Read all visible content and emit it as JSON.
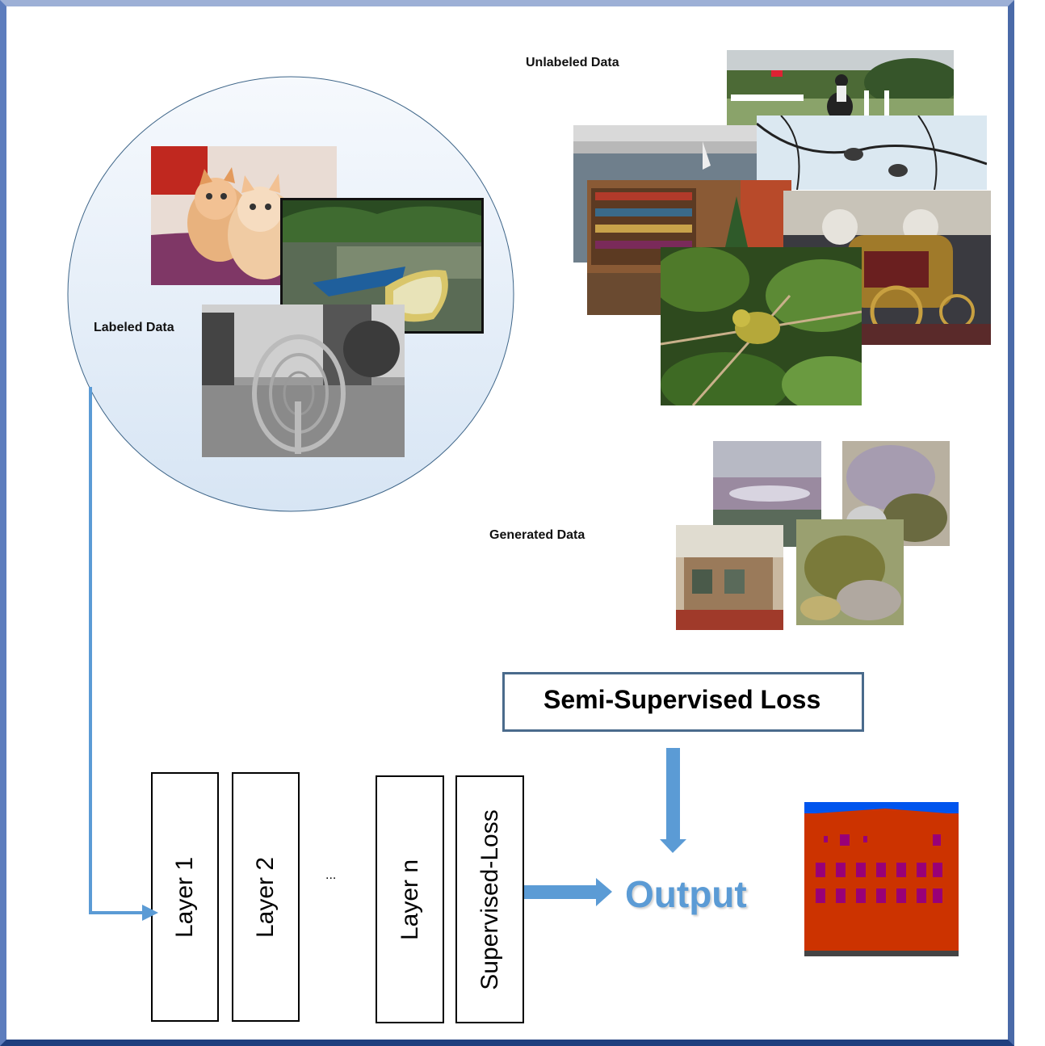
{
  "labels": {
    "labeled": "Labeled Data",
    "unlabeled": "Unlabeled Data",
    "generated": "Generated Data"
  },
  "layers": [
    "Layer 1",
    "Layer 2",
    "...",
    "Layer n",
    "Supervised-Loss"
  ],
  "semi_loss": "Semi-Supervised Loss",
  "output": "Output",
  "colors": {
    "arrow": "#5b9bd5",
    "output_text": "#5b9bd5",
    "loss_border": "#4a6b8c",
    "segmentation_facade": "#cc3300",
    "segmentation_sky": "#0055ee",
    "segmentation_window": "#990077"
  },
  "images": {
    "labeled": [
      "kittens-photo",
      "boats-lake-photo",
      "street-bw-photo"
    ],
    "unlabeled": [
      "horse-jumping-photo",
      "harbor-photo",
      "birds-branch-photo",
      "library-room-photo",
      "carriage-photo",
      "bird-leaves-photo"
    ],
    "generated": [
      "generated-sample-1",
      "generated-sample-2",
      "generated-sample-3",
      "generated-sample-4"
    ],
    "output": [
      "segmentation-map-image"
    ]
  }
}
